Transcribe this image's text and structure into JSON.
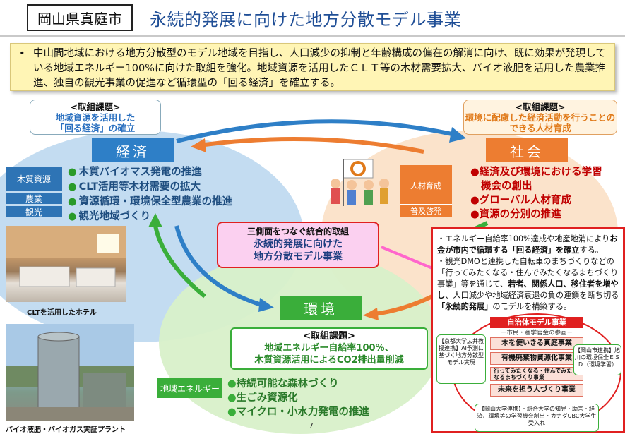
{
  "header": {
    "city": "岡山県真庭市",
    "title": "永続的発展に向けた地方分散モデル事業"
  },
  "summary": {
    "bullet": "•",
    "text": "中山間地域における地方分散型のモデル地域を目指し、人口減少の抑制と年齢構成の偏在の解消に向け、既に効果が発現している地域エネルギー100%に向けた取組を強化。地域資源を活用したＣＬＴ等の木材需要拡大、バイオ液肥を活用した農業推進、独自の観光事業の促進など循環型の「回る経済」を確立する。"
  },
  "economy": {
    "task_head": "<取組課題>",
    "task_line1": "地域資源を活用した",
    "task_line2": "「回る経済」の確立",
    "tag": "経済",
    "labels": [
      "木質資源",
      "農業",
      "観光"
    ],
    "items": [
      "木質バイオマス発電の推進",
      "CLT活用等木材需要の拡大",
      "資源循環・環境保全型農業の推進",
      "観光地域づくり"
    ]
  },
  "society": {
    "task_head": "<取組課題>",
    "task_line1": "環境に配慮した経済活動を行うことの",
    "task_line2": "できる人材育成",
    "tag": "社会",
    "hr_label": "人材育成",
    "fukyu_label": "普及啓発",
    "items": [
      "経済及び環境における学習",
      "機会の創出",
      "グローバル人材育成",
      "資源の分別の推進"
    ]
  },
  "center": {
    "head": "三側面をつなぐ統合的取組",
    "line1": "永続的発展に向けた",
    "line2": "地方分散モデル事業"
  },
  "environment": {
    "tag": "環境",
    "task_head": "<取組課題>",
    "task_line1": "地域エネルギー自給率100%、",
    "task_line2": "木質資源活用によるCO2排出量削減",
    "label": "地域エネルギー",
    "items": [
      "持続可能な森林づくり",
      "生ごみ資源化",
      "マイクロ・小水力発電の推進"
    ]
  },
  "panel": {
    "p1_a": "エネルギー自給率100%達成や地産地消により",
    "p1_b": "お金が市内で循環する「回る経済」を確立",
    "p1_c": "する。",
    "p2_a": "観光DMOと連携した自転車のまちづくりなどの「行ってみたくなる・住んでみたくなるまちづくり事業」等を通じて、",
    "p2_b": "若者、関係人口、移住者を増やし",
    "p2_c": "、人口減少や地域経済衰退の負の連鎖を断ち切る",
    "p2_d": "「永続的発展」",
    "p2_e": "のモデルを構築",
    "p2_f": "する。"
  },
  "model": {
    "title": "自治体モデル事業",
    "sub": "－市民・産学官金の参画－",
    "rows": [
      "木を使いきる真庭事業",
      "有機廃棄物資源化事業",
      "行ってみたくなる・住んでみたくなるまちづくり事業",
      "未来を担う人づくり事業"
    ],
    "left_box": "【京都大学広井教授連携】AI予測に基づく地方分散型モデル実現",
    "right_box": "【岡山市連携】旭川の環境保全ＥＳＤ（環境学習）",
    "bottom_box": "【岡山大学連携】・総合大学の知見・助言・経済、環境等の学習機会創出・カナダUBC大学生 受入れ"
  },
  "photos": {
    "hotel_caption": "CLTを活用したホテル",
    "plant_caption": "バイオ液肥・バイオガス実証プラント"
  },
  "page_number": "7"
}
